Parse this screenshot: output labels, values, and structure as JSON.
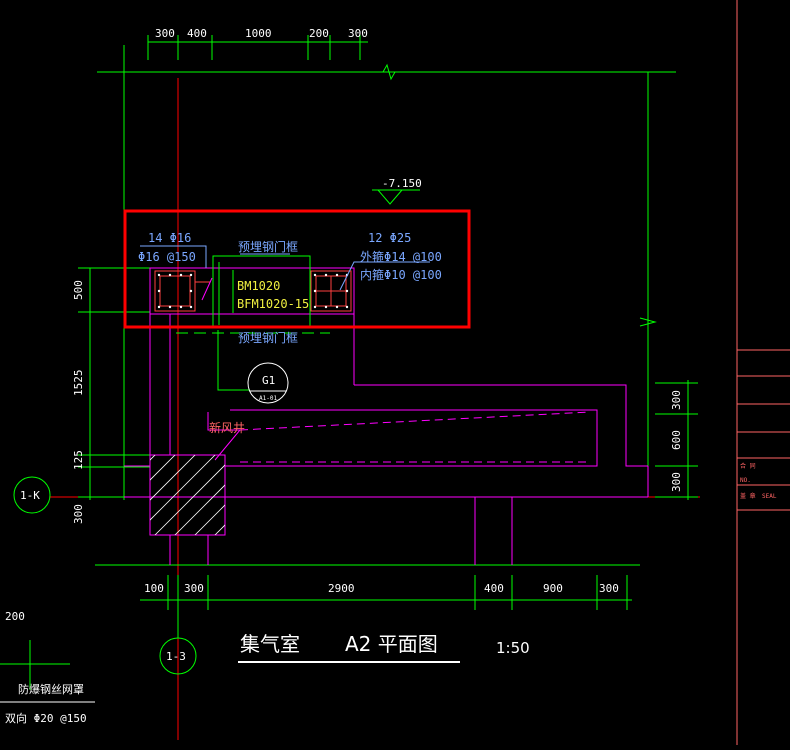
{
  "colors": {
    "background": "#000000",
    "dimension": "#00ff00",
    "outline": "#ff00ff",
    "axis": "#ff0000",
    "text_blue": "#7aa7ff",
    "text_yellow": "#f0f040",
    "highlight_box": "#ff0000",
    "title_block": "#ff6464"
  },
  "top_dims": [
    "300",
    "400",
    "1000",
    "200",
    "300"
  ],
  "elevation": "-7.150",
  "left_dims": [
    "500",
    "1525",
    "125",
    "300"
  ],
  "right_dims": [
    "300",
    "600",
    "300"
  ],
  "bottom_dims": [
    "100",
    "300",
    "2900",
    "400",
    "900",
    "300"
  ],
  "left_rebar": {
    "main": "14 Φ16",
    "stirrup": "Φ16 @150"
  },
  "right_rebar": {
    "main": "12 Φ25",
    "outer": "外箍Φ14 @100",
    "inner": "内箍Φ10 @100"
  },
  "frame_top_label": "预埋钢门框",
  "frame_bottom_label": "预埋钢门框",
  "door_labels": [
    "BM1020",
    "BFM1020-15"
  ],
  "marker_g1": "G1",
  "marker_g1_sub": "A1-01",
  "new_shaft": "新风井",
  "axis_1k": "1-K",
  "axis_13": "1-3",
  "title_main": "集气室",
  "title_sub": "A2 平面图",
  "title_scale": "1:50",
  "corner_left_value": "200",
  "corner_label_1": "防爆钢丝网罩",
  "corner_label_2": "双向 Φ20 @150",
  "title_block_no_cn": "合 同",
  "title_block_no_en": "NO.",
  "title_block_seal_cn": "盖 章",
  "title_block_seal_en": "SEAL"
}
